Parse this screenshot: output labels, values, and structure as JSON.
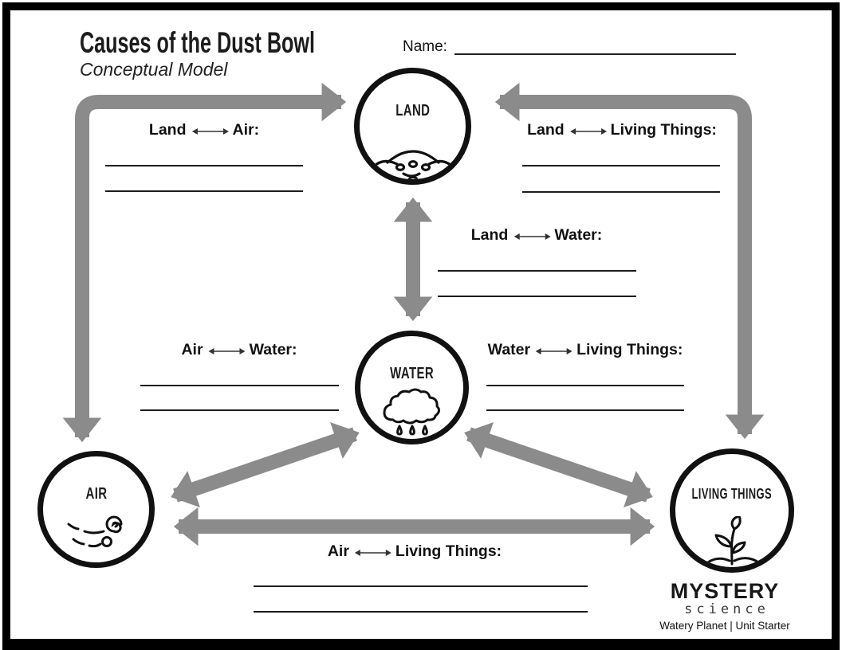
{
  "page": {
    "title": "Causes of the Dust Bowl",
    "subtitle": "Conceptual Model",
    "name_label": "Name:"
  },
  "nodes": {
    "land": {
      "label": "LAND",
      "icon": "soil-icon"
    },
    "water": {
      "label": "WATER",
      "icon": "rain-cloud-icon"
    },
    "air": {
      "label": "AIR",
      "icon": "wind-icon"
    },
    "living_things": {
      "label": "LIVING THINGS",
      "icon": "sprout-icon"
    }
  },
  "relationships": [
    {
      "id": "land-air",
      "left": "Land",
      "right": "Air:",
      "blank_lines": 2
    },
    {
      "id": "land-living-things",
      "left": "Land",
      "right": "Living Things:",
      "blank_lines": 2
    },
    {
      "id": "land-water",
      "left": "Land",
      "right": "Water:",
      "blank_lines": 2
    },
    {
      "id": "air-water",
      "left": "Air",
      "right": "Water:",
      "blank_lines": 2
    },
    {
      "id": "water-living-things",
      "left": "Water",
      "right": "Living Things:",
      "blank_lines": 2
    },
    {
      "id": "air-living-things",
      "left": "Air",
      "right": "Living Things:",
      "blank_lines": 2
    }
  ],
  "footer": {
    "brand_top": "MYSTERY",
    "brand_bottom": "science",
    "tagline": "Watery Planet | Unit Starter"
  },
  "colors": {
    "arrow": "#8b8b8b",
    "ink": "#111111"
  }
}
